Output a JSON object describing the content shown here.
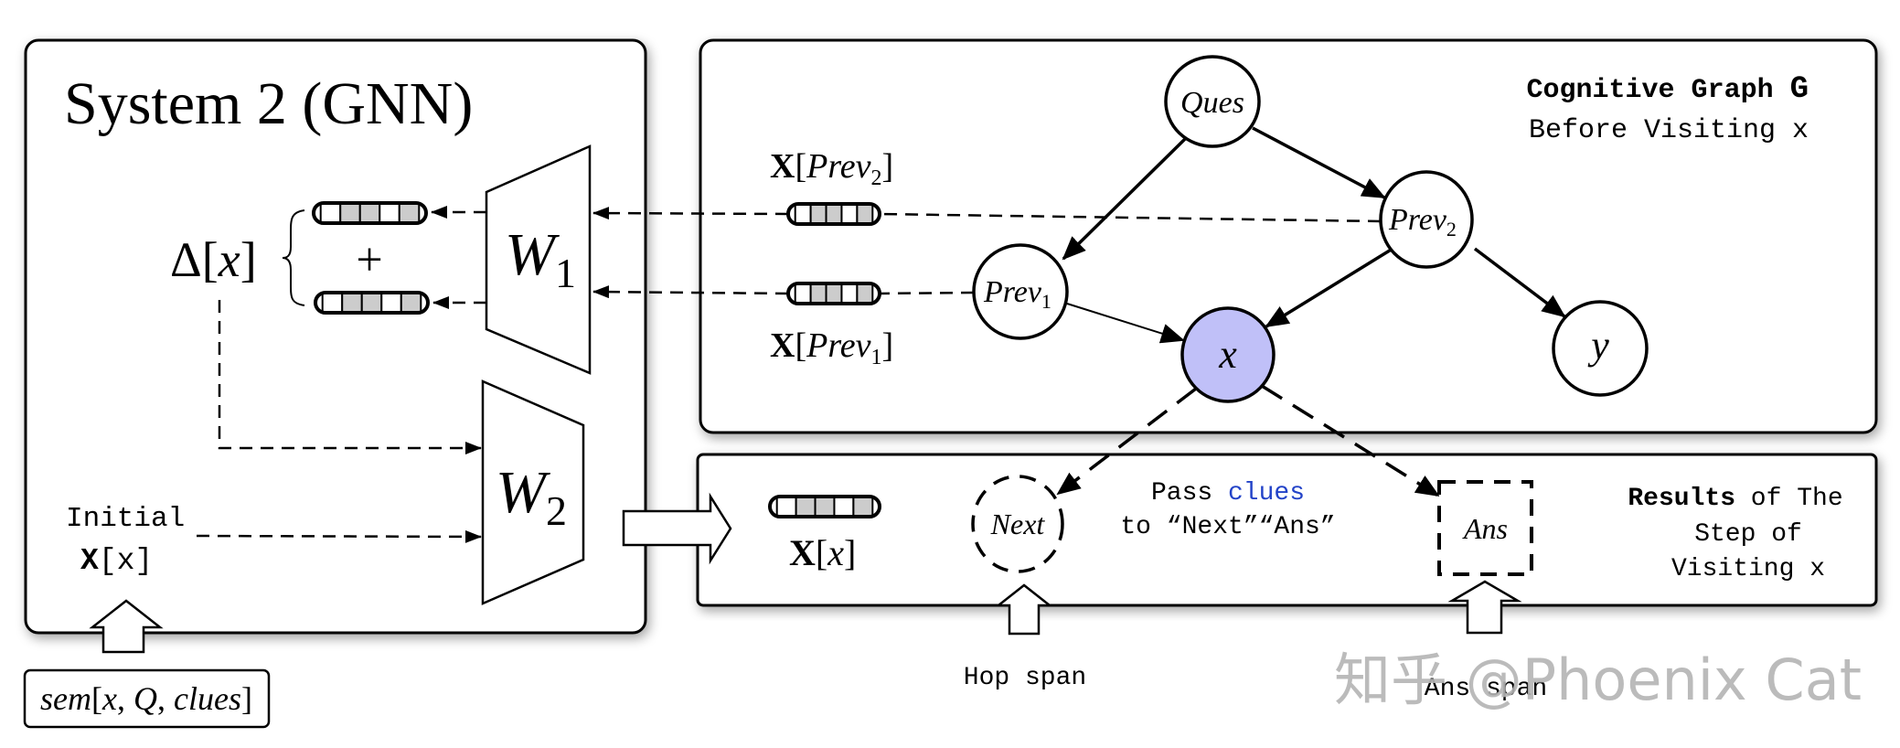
{
  "system2": {
    "title": "System 2 (GNN)",
    "delta_label": "Δ[x]",
    "plus": "+",
    "w1": {
      "main": "W",
      "sub": "1"
    },
    "w2": {
      "main": "W",
      "sub": "2"
    },
    "initial_label": "Initial",
    "initial_vector": "X[x]",
    "input_box": "sem[x, Q, clues]"
  },
  "vector_cells": [
    "white",
    "gray",
    "gray",
    "white",
    "gray"
  ],
  "colors": {
    "cell_gray": "#cccccc",
    "node_x_fill": "#c0c0f8",
    "clues_blue": "#2343c8",
    "watermark": "#b4b4b4"
  },
  "graph": {
    "title": "Cognitive Graph",
    "title_symbol": "G",
    "subtitle": "Before Visiting x",
    "prev2_vector_label": {
      "bold": "X",
      "open": "[",
      "main": "Prev",
      "sub": "2",
      "close": "]"
    },
    "prev1_vector_label": {
      "bold": "X",
      "open": "[",
      "main": "Prev",
      "sub": "1",
      "close": "]"
    },
    "nodes": {
      "ques": {
        "main": "Ques",
        "sub": ""
      },
      "prev1": {
        "main": "Prev",
        "sub": "1"
      },
      "prev2": {
        "main": "Prev",
        "sub": "2"
      },
      "x": {
        "main": "x",
        "sub": ""
      },
      "y": {
        "main": "y",
        "sub": ""
      }
    },
    "edges": [
      {
        "from": "Ques",
        "to": "Prev1",
        "style": "solid"
      },
      {
        "from": "Ques",
        "to": "Prev2",
        "style": "solid"
      },
      {
        "from": "Prev2",
        "to": "x",
        "style": "solid"
      },
      {
        "from": "Prev2",
        "to": "y",
        "style": "solid"
      },
      {
        "from": "Prev1",
        "to": "x",
        "style": "solid-thin"
      },
      {
        "from": "x",
        "to": "Next",
        "style": "dashed"
      },
      {
        "from": "x",
        "to": "Ans",
        "style": "dashed"
      }
    ]
  },
  "results": {
    "x_vector_label": {
      "bold": "X",
      "open": "[",
      "main": "x",
      "close": "]"
    },
    "next_node": "Next",
    "ans_node": "Ans",
    "pass_word": "Pass",
    "clues_word": "clues",
    "pass_line2": "to “Next”“Ans”",
    "title_bold": "Results",
    "title_rest": " of The",
    "title_line2": "Step of",
    "title_line3": "Visiting x"
  },
  "inputs": {
    "hop_span": "Hop span",
    "ans_span": "Ans span"
  },
  "watermark": "知乎 @Phoenix Cat"
}
